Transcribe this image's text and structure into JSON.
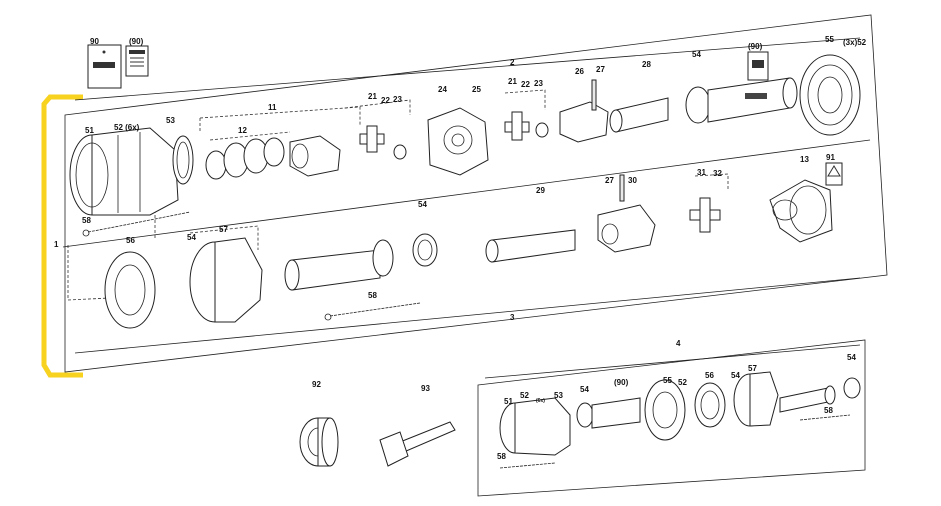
{
  "diagram": {
    "highlight_color": "#f7d21e",
    "line_color": "#222222",
    "callouts": {
      "c1": "1",
      "c2": "2",
      "c3": "3",
      "c4": "4",
      "c11": "11",
      "c12": "12",
      "c13": "13",
      "c21a": "21",
      "c21b": "21",
      "c22a": "22",
      "c22b": "22",
      "c23a": "23",
      "c23b": "23",
      "c24": "24",
      "c25": "25",
      "c26": "26",
      "c27a": "27",
      "c27b": "27",
      "c28": "28",
      "c29": "29",
      "c30": "30",
      "c31": "31",
      "c32": "32",
      "c51a": "51",
      "c51b": "51",
      "c52a": "52 (6x)",
      "c52b": "52",
      "c52c": "52",
      "c53a": "53",
      "c53b": "53",
      "c54a": "54",
      "c54b": "54",
      "c54c": "54",
      "c54d": "54",
      "c54e": "54",
      "c54f": "54",
      "c55a": "55",
      "c55b": "55",
      "c3x52": "(3x)52",
      "c56a": "56",
      "c56b": "56",
      "c57a": "57",
      "c57b": "57",
      "c58a": "58",
      "c58b": "58",
      "c58c": "58",
      "c58d": "58",
      "c90": "90",
      "c90b": "(90)",
      "c90c": "(90)",
      "c90d": "(90)",
      "c91": "91",
      "c92": "92",
      "c93": "93"
    },
    "mini_labels": {
      "m1": "(6x)"
    }
  }
}
